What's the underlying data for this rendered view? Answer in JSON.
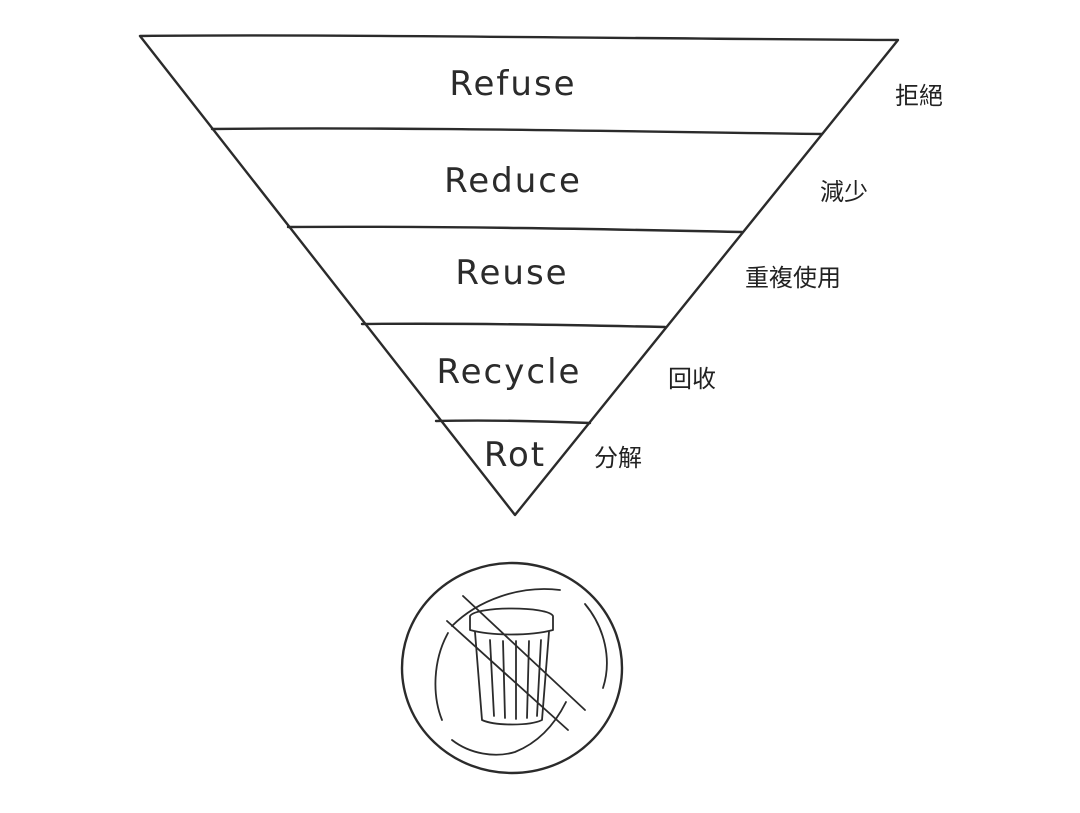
{
  "pyramid": {
    "levels": [
      {
        "en": "Refuse",
        "zh": "拒絕"
      },
      {
        "en": "Reduce",
        "zh": "減少"
      },
      {
        "en": "Reuse",
        "zh": "重複使用"
      },
      {
        "en": "Recycle",
        "zh": "回收"
      },
      {
        "en": "Rot",
        "zh": "分解"
      }
    ]
  },
  "icon": {
    "name": "no-trash-can-icon"
  },
  "colors": {
    "ink": "#2b2b2b",
    "background": "#ffffff"
  }
}
